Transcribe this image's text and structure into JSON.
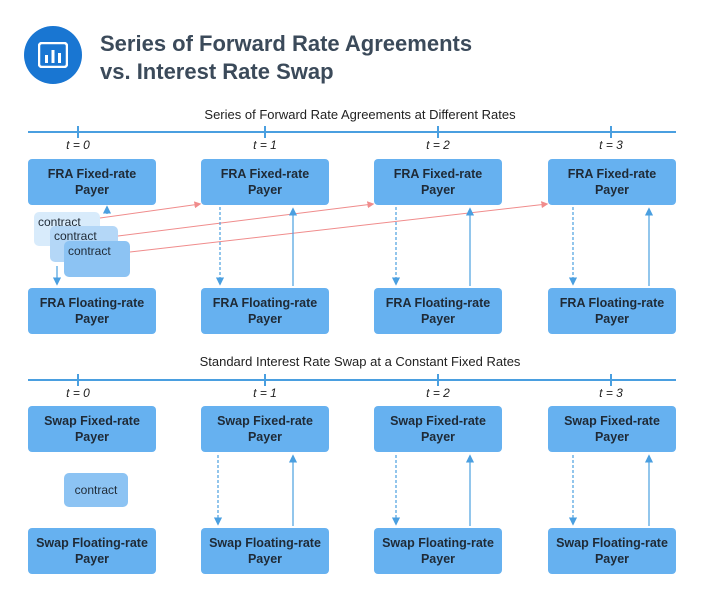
{
  "header": {
    "title_line1": "Series of Forward Rate Agreements",
    "title_line2": "vs. Interest Rate Swap",
    "logo_icon": "bar-chart-icon"
  },
  "fra_section": {
    "title": "Series of Forward Rate Agreements at Different Rates",
    "time_labels": [
      "t = 0",
      "t = 1",
      "t = 2",
      "t = 3"
    ],
    "fixed_payer": "FRA Fixed-rate Payer",
    "floating_payer": "FRA Floating-rate Payer",
    "contracts": [
      "contract",
      "contract",
      "contract"
    ]
  },
  "swap_section": {
    "title": "Standard Interest Rate Swap at a Constant Fixed Rates",
    "time_labels": [
      "t = 0",
      "t = 1",
      "t = 2",
      "t = 3"
    ],
    "fixed_payer": "Swap Fixed-rate Payer",
    "floating_payer": "Swap Floating-rate Payer",
    "contract": "contract"
  },
  "colors": {
    "accent": "#1976d2",
    "box": "#66b1f0",
    "line": "#4a9fe0",
    "connector": "#f08c8c"
  }
}
